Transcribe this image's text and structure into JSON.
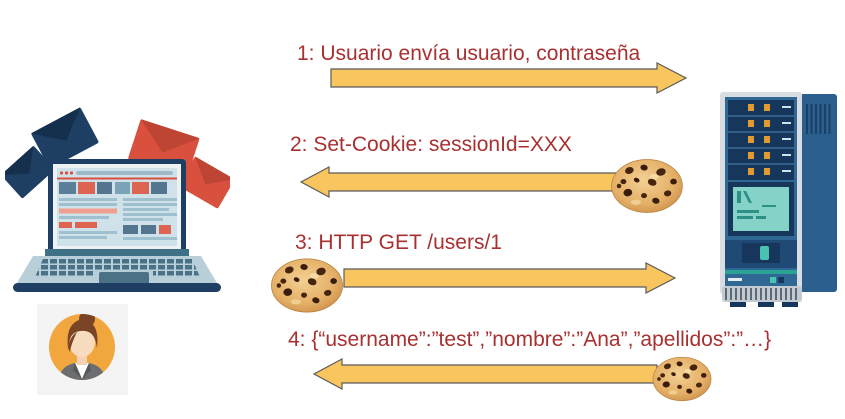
{
  "diagram": {
    "description": "Cookie-based session flow between browser client and server",
    "messages": [
      {
        "step": 1,
        "label": "1: Usuario envía usuario, contraseña",
        "direction": "right",
        "cookie_attached": false
      },
      {
        "step": 2,
        "label": "2: Set-Cookie: sessionId=XXX",
        "direction": "left",
        "cookie_attached": true,
        "cookie_position": "right-end"
      },
      {
        "step": 3,
        "label": "3: HTTP GET /users/1",
        "direction": "right",
        "cookie_attached": true,
        "cookie_position": "left-end"
      },
      {
        "step": 4,
        "label": "4: {“username”:”test”,”nombre”:”Ana”,”apellidos”:”…}",
        "direction": "left",
        "cookie_attached": true,
        "cookie_position": "right-end"
      }
    ],
    "actors": {
      "client": {
        "role": "usuario / navegador",
        "icons": [
          "laptop-with-mail-icon",
          "female-user-avatar"
        ]
      },
      "server": {
        "role": "servidor",
        "icons": [
          "server-tower-icon"
        ]
      }
    },
    "icons": {
      "cookie": "chocolate-chip-cookie-icon"
    },
    "colors": {
      "label_text": "#A93030",
      "arrow_fill": "#F9C55F",
      "arrow_stroke": "#5B5B5B",
      "avatar_circle": "#F2A73E",
      "server_blue": "#2F6795",
      "envelope_navy": "#1E3F63",
      "envelope_red": "#D9503E"
    }
  }
}
